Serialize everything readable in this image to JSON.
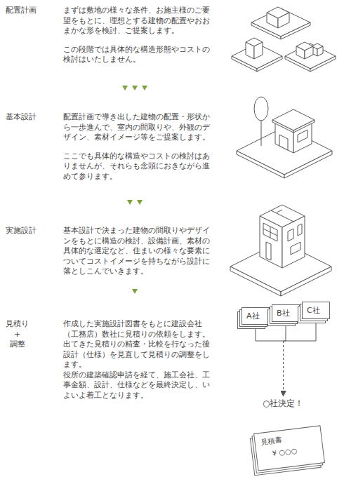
{
  "diagram": {
    "nodes": [
      {
        "text": [
          "A社"
        ]
      },
      {
        "text": [
          "B社"
        ]
      },
      {
        "text": [
          "C社"
        ]
      },
      {
        "text": [
          "○社決定！"
        ]
      },
      {
        "text": [
          "見積書",
          "¥ ○○○"
        ]
      }
    ],
    "edges": [
      {
        "from": 0,
        "to": 3,
        "arrow": "to"
      },
      {
        "from": 1,
        "to": 3,
        "arrow": "to"
      },
      {
        "from": 2,
        "to": 3,
        "arrow": "to"
      }
    ],
    "labels": [
      "配置計画",
      "まずは敷地の様々な条件、お施主様のご要望をもとに、理想とする建物の配置やおおまかな形を検討、ご提案します。",
      "この段階では具体的な構造形態やコストの検討はいたしません。",
      "基本設計",
      "配置計画で導き出した建物の配置・形状から一歩進んで、室内の間取りや、外観のデザイン、素材イメージ等をご提案します。",
      "ここでも具体的な構造やコストの検討はありませんが、それらも念頭におきながら進めて参ります。",
      "実施設計",
      "基本設計で決まった建物の間取りやデザインをもとに構造の検討、設備計画、素材の具体的な選定など、住まいの様々な要素についてコストイメージを持ちながら設計に落としこんでいきます。",
      "見積り + 調整",
      "作成した実施設計図書をもとに建設会社（工務店）数社に見積りの依頼をします。出てきた見積りの精査・比較を行なった後設計（仕様）を見直して見積りの調整をします。",
      "役所の建築確認申請を経て、施工会社、工事金額、設計、仕様などを最終決定し、いよいよ着工となります。"
    ]
  }
}
